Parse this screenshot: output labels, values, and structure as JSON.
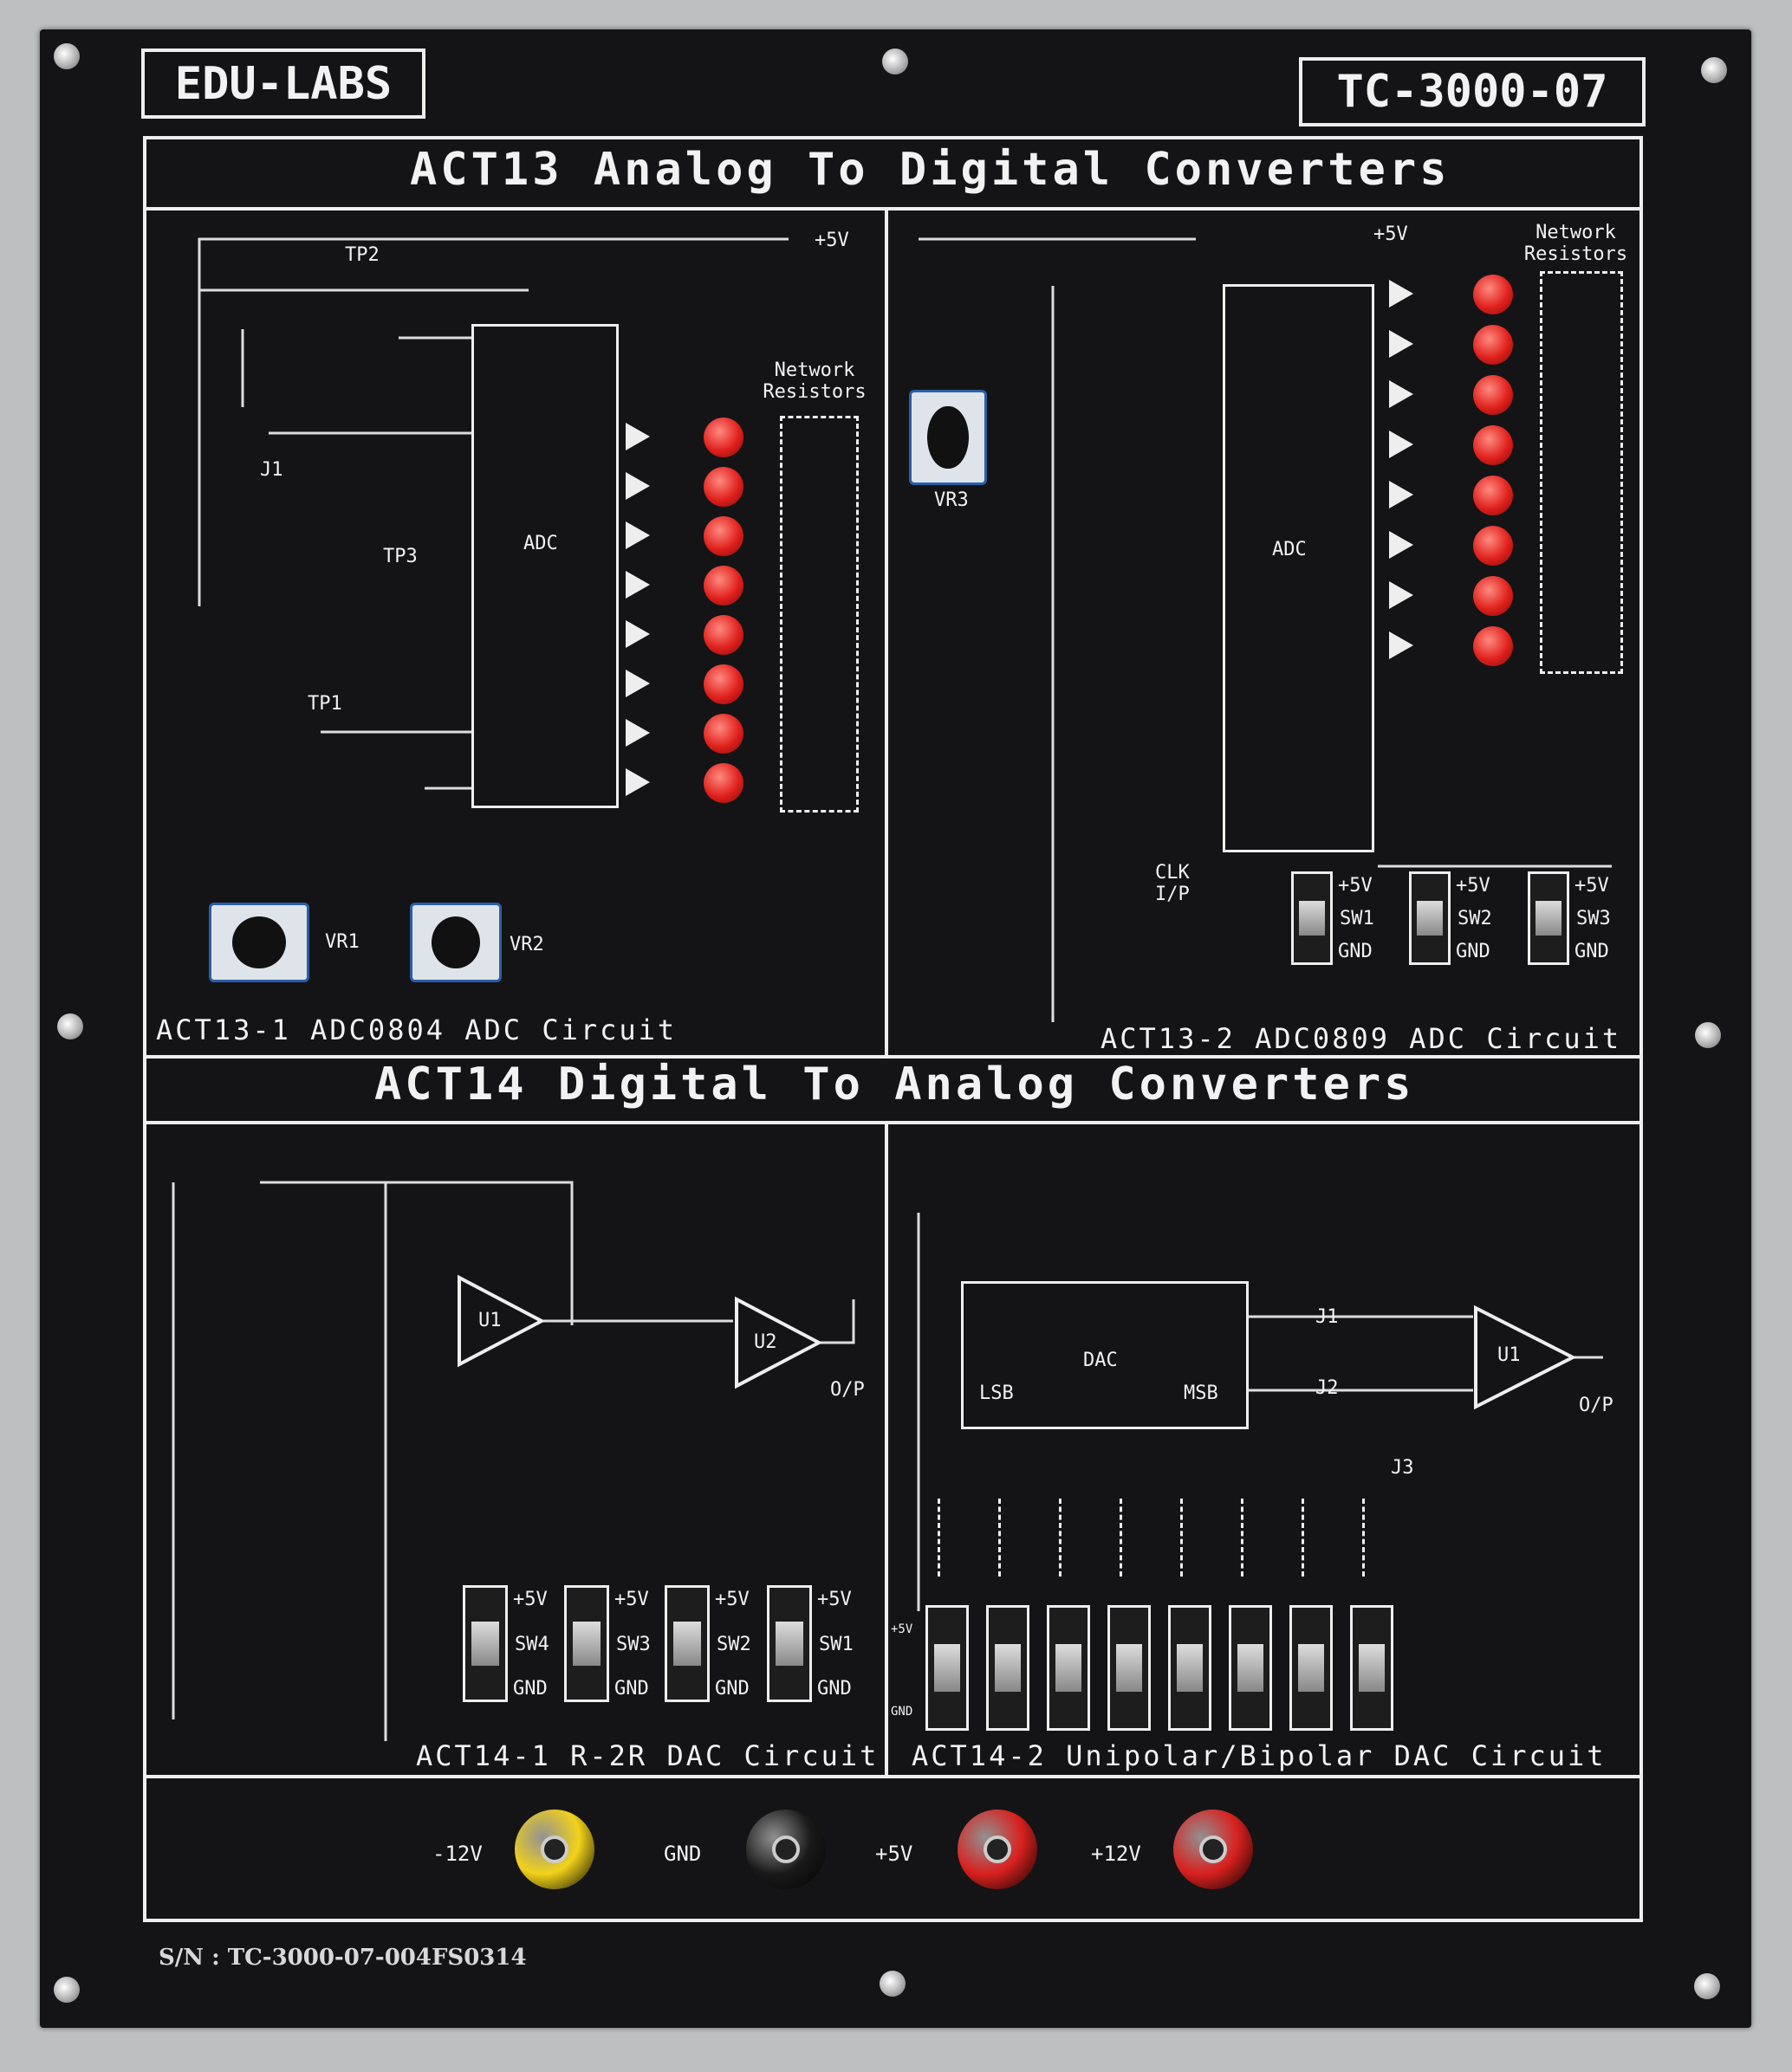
{
  "brand": "EDU-LABS",
  "model": "TC-3000-07",
  "act13": {
    "title": "ACT13 Analog To Digital Converters",
    "c1": {
      "caption": "ACT13-1 ADC0804 ADC Circuit",
      "chip": "ADC",
      "network": "Network Resistors",
      "vr1": "VR1",
      "vr2": "VR2",
      "tp1": "TP1",
      "tp2": "TP2",
      "tp3": "TP3",
      "j1": "J1",
      "supply": "+5V"
    },
    "c2": {
      "caption": "ACT13-2 ADC0809 ADC Circuit",
      "chip": "ADC",
      "network": "Network Resistors",
      "vr3": "VR3",
      "clk": "CLK I/P",
      "supply": "+5V",
      "switches": [
        {
          "name": "SW1",
          "top": "+5V",
          "bottom": "GND"
        },
        {
          "name": "SW2",
          "top": "+5V",
          "bottom": "GND"
        },
        {
          "name": "SW3",
          "top": "+5V",
          "bottom": "GND"
        }
      ]
    }
  },
  "act14": {
    "title": "ACT14 Digital To Analog Converters",
    "c1": {
      "caption": "ACT14-1 R-2R DAC Circuit",
      "u1": "U1",
      "u2": "U2",
      "out": "O/P",
      "switches": [
        {
          "name": "SW4",
          "top": "+5V",
          "bottom": "GND"
        },
        {
          "name": "SW3",
          "top": "+5V",
          "bottom": "GND"
        },
        {
          "name": "SW2",
          "top": "+5V",
          "bottom": "GND"
        },
        {
          "name": "SW1",
          "top": "+5V",
          "bottom": "GND"
        }
      ]
    },
    "c2": {
      "caption": "ACT14-2 Unipolar/Bipolar DAC Circuit",
      "chip": "DAC",
      "lsb": "LSB",
      "msb": "MSB",
      "u1": "U1",
      "out": "O/P",
      "j1": "J1",
      "j2": "J2",
      "j3": "J3",
      "top": "+5V",
      "bottom": "GND"
    }
  },
  "terminals": [
    {
      "label": "-12V",
      "color": "#f2d21a"
    },
    {
      "label": "GND",
      "color": "#1a1a1a"
    },
    {
      "label": "+5V",
      "color": "#d8211f"
    },
    {
      "label": "+12V",
      "color": "#d8211f"
    }
  ],
  "serial": "S/N : TC-3000-07-004FS0314",
  "colors": {
    "panel": "#141416",
    "line": "#eeeeee",
    "led": "#e0201c"
  }
}
